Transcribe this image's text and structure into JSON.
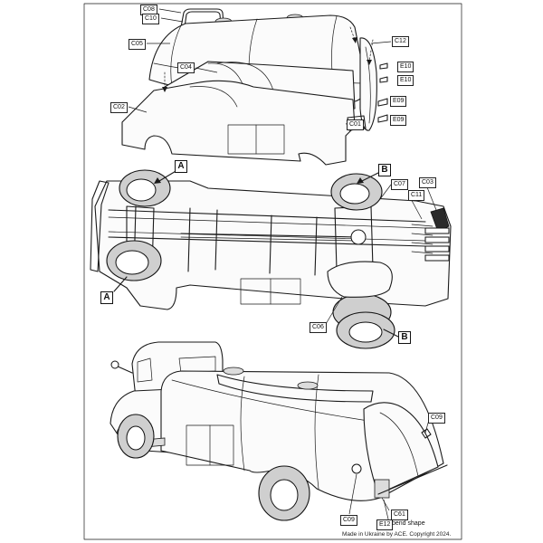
{
  "parts": {
    "c08": "C08",
    "c10": "C10",
    "c05": "C05",
    "c04": "C04",
    "c12": "C12",
    "e10a": "E10",
    "e10b": "E10",
    "e09a": "E09",
    "e09b": "E09",
    "c02": "C02",
    "c01": "C01",
    "c07": "C07",
    "c03": "C03",
    "c11": "C11",
    "c06": "C06",
    "c09a": "C09",
    "c09b": "C09",
    "c61": "C61",
    "e12": "E12"
  },
  "views": {
    "a1": "A",
    "b1": "B",
    "a2": "A",
    "b2": "B"
  },
  "notes": {
    "bend_shape": "bend  shape"
  },
  "footer": {
    "copyright": "Made in Ukraine by ACE. Copyright 2024."
  }
}
